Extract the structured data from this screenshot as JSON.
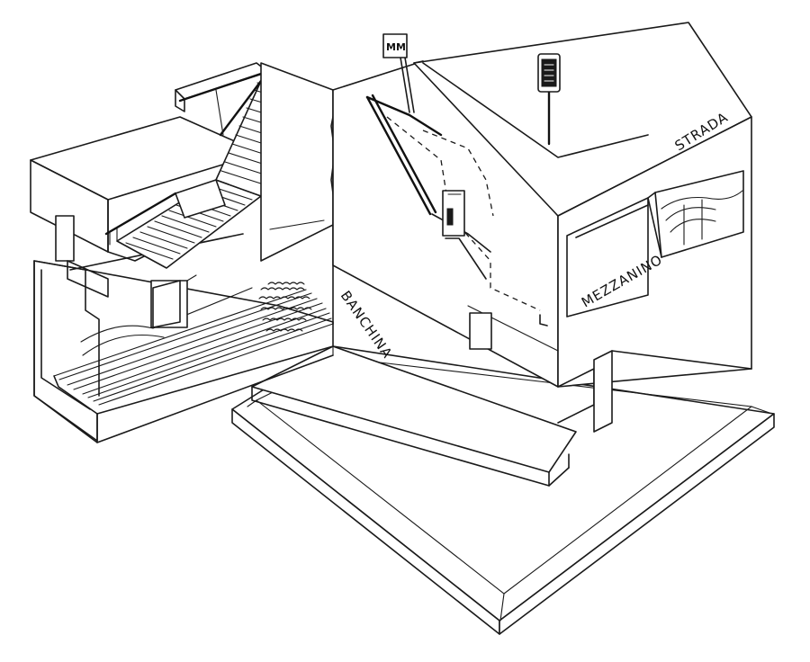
{
  "labels": {
    "strada": "STRADA",
    "mezzanino": "MEZZANINO",
    "banchina": "BANCHINA"
  },
  "signs": {
    "metro_logo": "MM"
  },
  "colors": {
    "ink": "#1a1a1a",
    "paper": "#ffffff"
  }
}
